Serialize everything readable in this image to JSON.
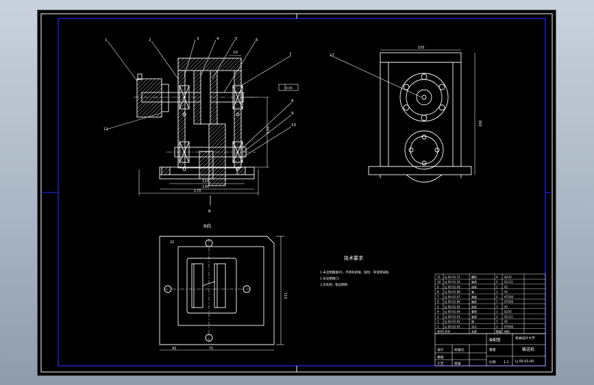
{
  "balloons": [
    "1",
    "2",
    "3",
    "4",
    "5",
    "6",
    "7",
    "8",
    "9",
    "10",
    "11",
    "17"
  ],
  "dimensions": {
    "front_top": "10",
    "front_right_vertical": "110",
    "front_bottom_inner": "110",
    "front_bottom_mid": "130",
    "front_bottom_outer": "170",
    "side_top": "105",
    "side_height": "300",
    "plan_corner": "22",
    "plan_right": "115",
    "plan_bottom_left": "42",
    "plan_bottom_mid": "71"
  },
  "section_label": "B",
  "view_label": "B向",
  "tolerance_frame": "0.05",
  "technical_requirements": {
    "title": "技术要求",
    "lines": [
      "1.未注明圆角R5，不得有砂眼、裂纹、夹渣等缺陷",
      "2.未注倒角C1",
      "3.去毛刺，锐边倒钝"
    ]
  },
  "title_block": {
    "drawing_name": "输送机",
    "company": "机械设计大学",
    "drawing_number": "LJ 00-01-00",
    "assembly_label": "装配图",
    "scale": "1:1",
    "designer_label": "设计",
    "checker_label": "审核",
    "approver_label": "批准",
    "process_label": "工艺",
    "standard_label": "标准化",
    "weight_label": "重量",
    "scale_label": "比例"
  },
  "bom_rows": [
    {
      "no": "11",
      "code": "LJ 00-01-11",
      "name": "螺栓",
      "qty": "4",
      "mat": "Q235"
    },
    {
      "no": "10",
      "code": "LJ 00-01-10",
      "name": "轴承",
      "qty": "2",
      "mat": "GCr15"
    },
    {
      "no": "9",
      "code": "LJ 00-01-09",
      "name": "齿轮",
      "qty": "1",
      "mat": "45"
    },
    {
      "no": "8",
      "code": "LJ 00-01-08",
      "name": "轴",
      "qty": "1",
      "mat": "45"
    },
    {
      "no": "7",
      "code": "LJ 00-01-07",
      "name": "端盖",
      "qty": "2",
      "mat": "HT200"
    },
    {
      "no": "6",
      "code": "LJ 00-01-06",
      "name": "箱体",
      "qty": "1",
      "mat": "HT200"
    },
    {
      "no": "5",
      "code": "LJ 00-01-05",
      "name": "齿轮",
      "qty": "1",
      "mat": "45"
    },
    {
      "no": "4",
      "code": "LJ 00-01-04",
      "name": "套筒",
      "qty": "1",
      "mat": "Q235"
    },
    {
      "no": "3",
      "code": "LJ 00-01-03",
      "name": "轴承",
      "qty": "2",
      "mat": "GCr15"
    },
    {
      "no": "2",
      "code": "LJ 00-01-02",
      "name": "键",
      "qty": "1",
      "mat": "45"
    },
    {
      "no": "1",
      "code": "LJ 00-01-01",
      "name": "法兰",
      "qty": "1",
      "mat": "HT200"
    }
  ],
  "bom_header": {
    "no": "序号",
    "code": "代号",
    "name": "名称",
    "qty": "数量",
    "mat": "材料"
  },
  "colors": {
    "line": "#ffffff",
    "hatch": "#ffffff",
    "dimension": "#ffffff",
    "frame": "#2222ff",
    "background": "#000000"
  }
}
